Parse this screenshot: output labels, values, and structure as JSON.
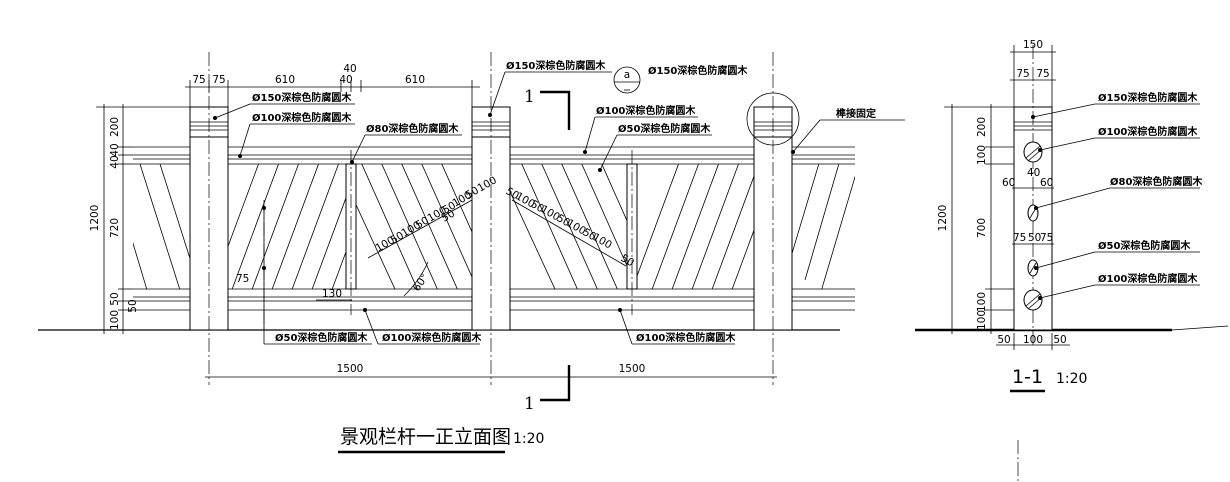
{
  "elevation": {
    "title": "景观栏杆一正立面图",
    "scale": "1:20",
    "section_mark": "1",
    "detail_mark": "a",
    "top_dims": [
      "75",
      "75",
      "610",
      "40",
      "40",
      "610"
    ],
    "bottom_dims": [
      "1500",
      "1500"
    ],
    "left_dims": [
      "200",
      "40",
      "40",
      "720",
      "50",
      "50",
      "100"
    ],
    "total_height": "1200",
    "diag_dims_left": [
      "100",
      "50",
      "100",
      "50",
      "100",
      "50",
      "100",
      "50",
      "100",
      "50"
    ],
    "diag_dims_right": [
      "50",
      "100",
      "50",
      "100",
      "50",
      "100",
      "50",
      "100",
      "50"
    ],
    "small_dims": [
      "75",
      "130",
      "60°"
    ],
    "notes": {
      "post_150": "Ø150深棕色防腐圆木",
      "rail_100": "Ø100深棕色防腐圆木",
      "post_80": "Ø80深棕色防腐圆木",
      "diag_50": "Ø50深棕色防腐圆木",
      "joint": "榫接固定"
    }
  },
  "section": {
    "title": "1-1",
    "scale": "1:20",
    "top_dims": [
      "150",
      "75",
      "75"
    ],
    "mid_dims": [
      "60",
      "40",
      "60"
    ],
    "mid_dims2": [
      "75",
      "50",
      "75"
    ],
    "bottom_dims": [
      "50",
      "100",
      "50"
    ],
    "left_dims": [
      "200",
      "100",
      "700",
      "100",
      "100"
    ],
    "total_height": "1200",
    "notes": [
      "Ø150深棕色防腐圆木",
      "Ø100深棕色防腐圆木",
      "Ø80深棕色防腐圆木",
      "Ø50深棕色防腐圆木",
      "Ø100深棕色防腐圆木"
    ]
  }
}
